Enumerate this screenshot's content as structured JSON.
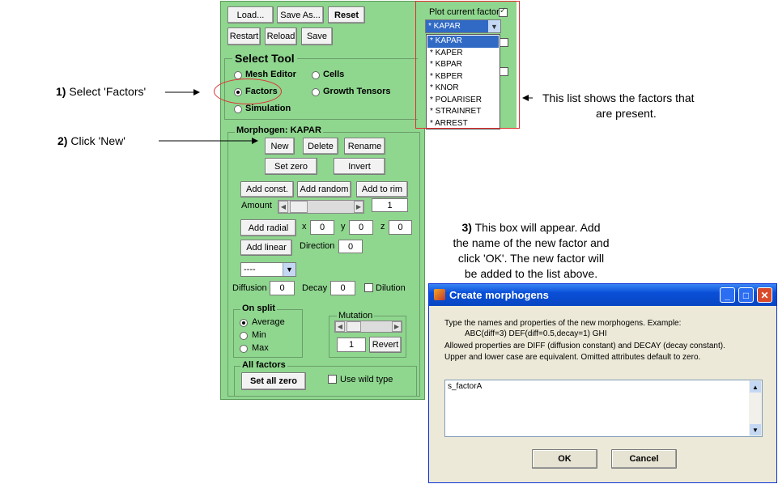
{
  "toolbar": {
    "load": "Load...",
    "save_as": "Save As...",
    "reset": "Reset",
    "restart": "Restart",
    "reload": "Reload",
    "save": "Save"
  },
  "plot_factor": {
    "label": "Plot current factor",
    "selected": "* KAPAR",
    "options": [
      "* KAPAR",
      "* KAPER",
      "* KBPAR",
      "* KBPER",
      "* KNOR",
      "* POLARISER",
      "* STRAINRET",
      "* ARREST"
    ]
  },
  "select_tool": {
    "title": "Select Tool",
    "mesh_editor": "Mesh Editor",
    "cells": "Cells",
    "factors": "Factors",
    "growth_tensors": "Growth Tensors",
    "simulation": "Simulation"
  },
  "morphogen": {
    "title": "Morphogen: KAPAR",
    "new": "New",
    "delete": "Delete",
    "rename": "Rename",
    "set_zero": "Set zero",
    "invert": "Invert",
    "add_const": "Add const.",
    "add_random": "Add random",
    "add_to_rim": "Add to rim",
    "amount_label": "Amount",
    "amount_value": "1",
    "add_radial": "Add radial",
    "x_label": "x",
    "x_value": "0",
    "y_label": "y",
    "y_value": "0",
    "z_label": "z",
    "z_value": "0",
    "add_linear": "Add linear",
    "direction_label": "Direction",
    "direction_value": "0",
    "dropdown_value": "----",
    "diffusion_label": "Diffusion",
    "diffusion_value": "0",
    "decay_label": "Decay",
    "decay_value": "0",
    "dilution_label": "Dilution"
  },
  "on_split": {
    "title": "On split",
    "average": "Average",
    "min": "Min",
    "max": "Max"
  },
  "mutation": {
    "title": "Mutation",
    "value": "1",
    "revert": "Revert"
  },
  "all_factors": {
    "title": "All factors",
    "set_all_zero": "Set all zero",
    "use_wild_type": "Use wild type"
  },
  "annotations": {
    "step1_num": "1)",
    "step1_text": " Select 'Factors'",
    "step2_num": "2)",
    "step2_text": " Click 'New'",
    "list_note_1": "This list shows the factors that",
    "list_note_2": "are present.",
    "step3_num": "3)",
    "step3_line1": " This box will appear. Add",
    "step3_line2": "the name of the new factor and",
    "step3_line3": "click 'OK'. The new factor will",
    "step3_line4": "be added to the list above."
  },
  "dialog": {
    "title": "Create morphogens",
    "line1": "Type the names and properties of the new morphogens.  Example:",
    "line2": "ABC(diff=3) DEF(diff=0.5,decay=1) GHI",
    "line3": "Allowed properties are DIFF (diffusion constant) and DECAY (decay constant).",
    "line4": "Upper and lower case are equivalent. Omitted attributes default to zero.",
    "input_value": "s_factorA",
    "ok": "OK",
    "cancel": "Cancel"
  },
  "colors": {
    "panel_green": "#8fd68f",
    "highlight_red": "#e03030",
    "xp_titlebar": "#0a4fd8",
    "selection_blue": "#316ac5"
  }
}
